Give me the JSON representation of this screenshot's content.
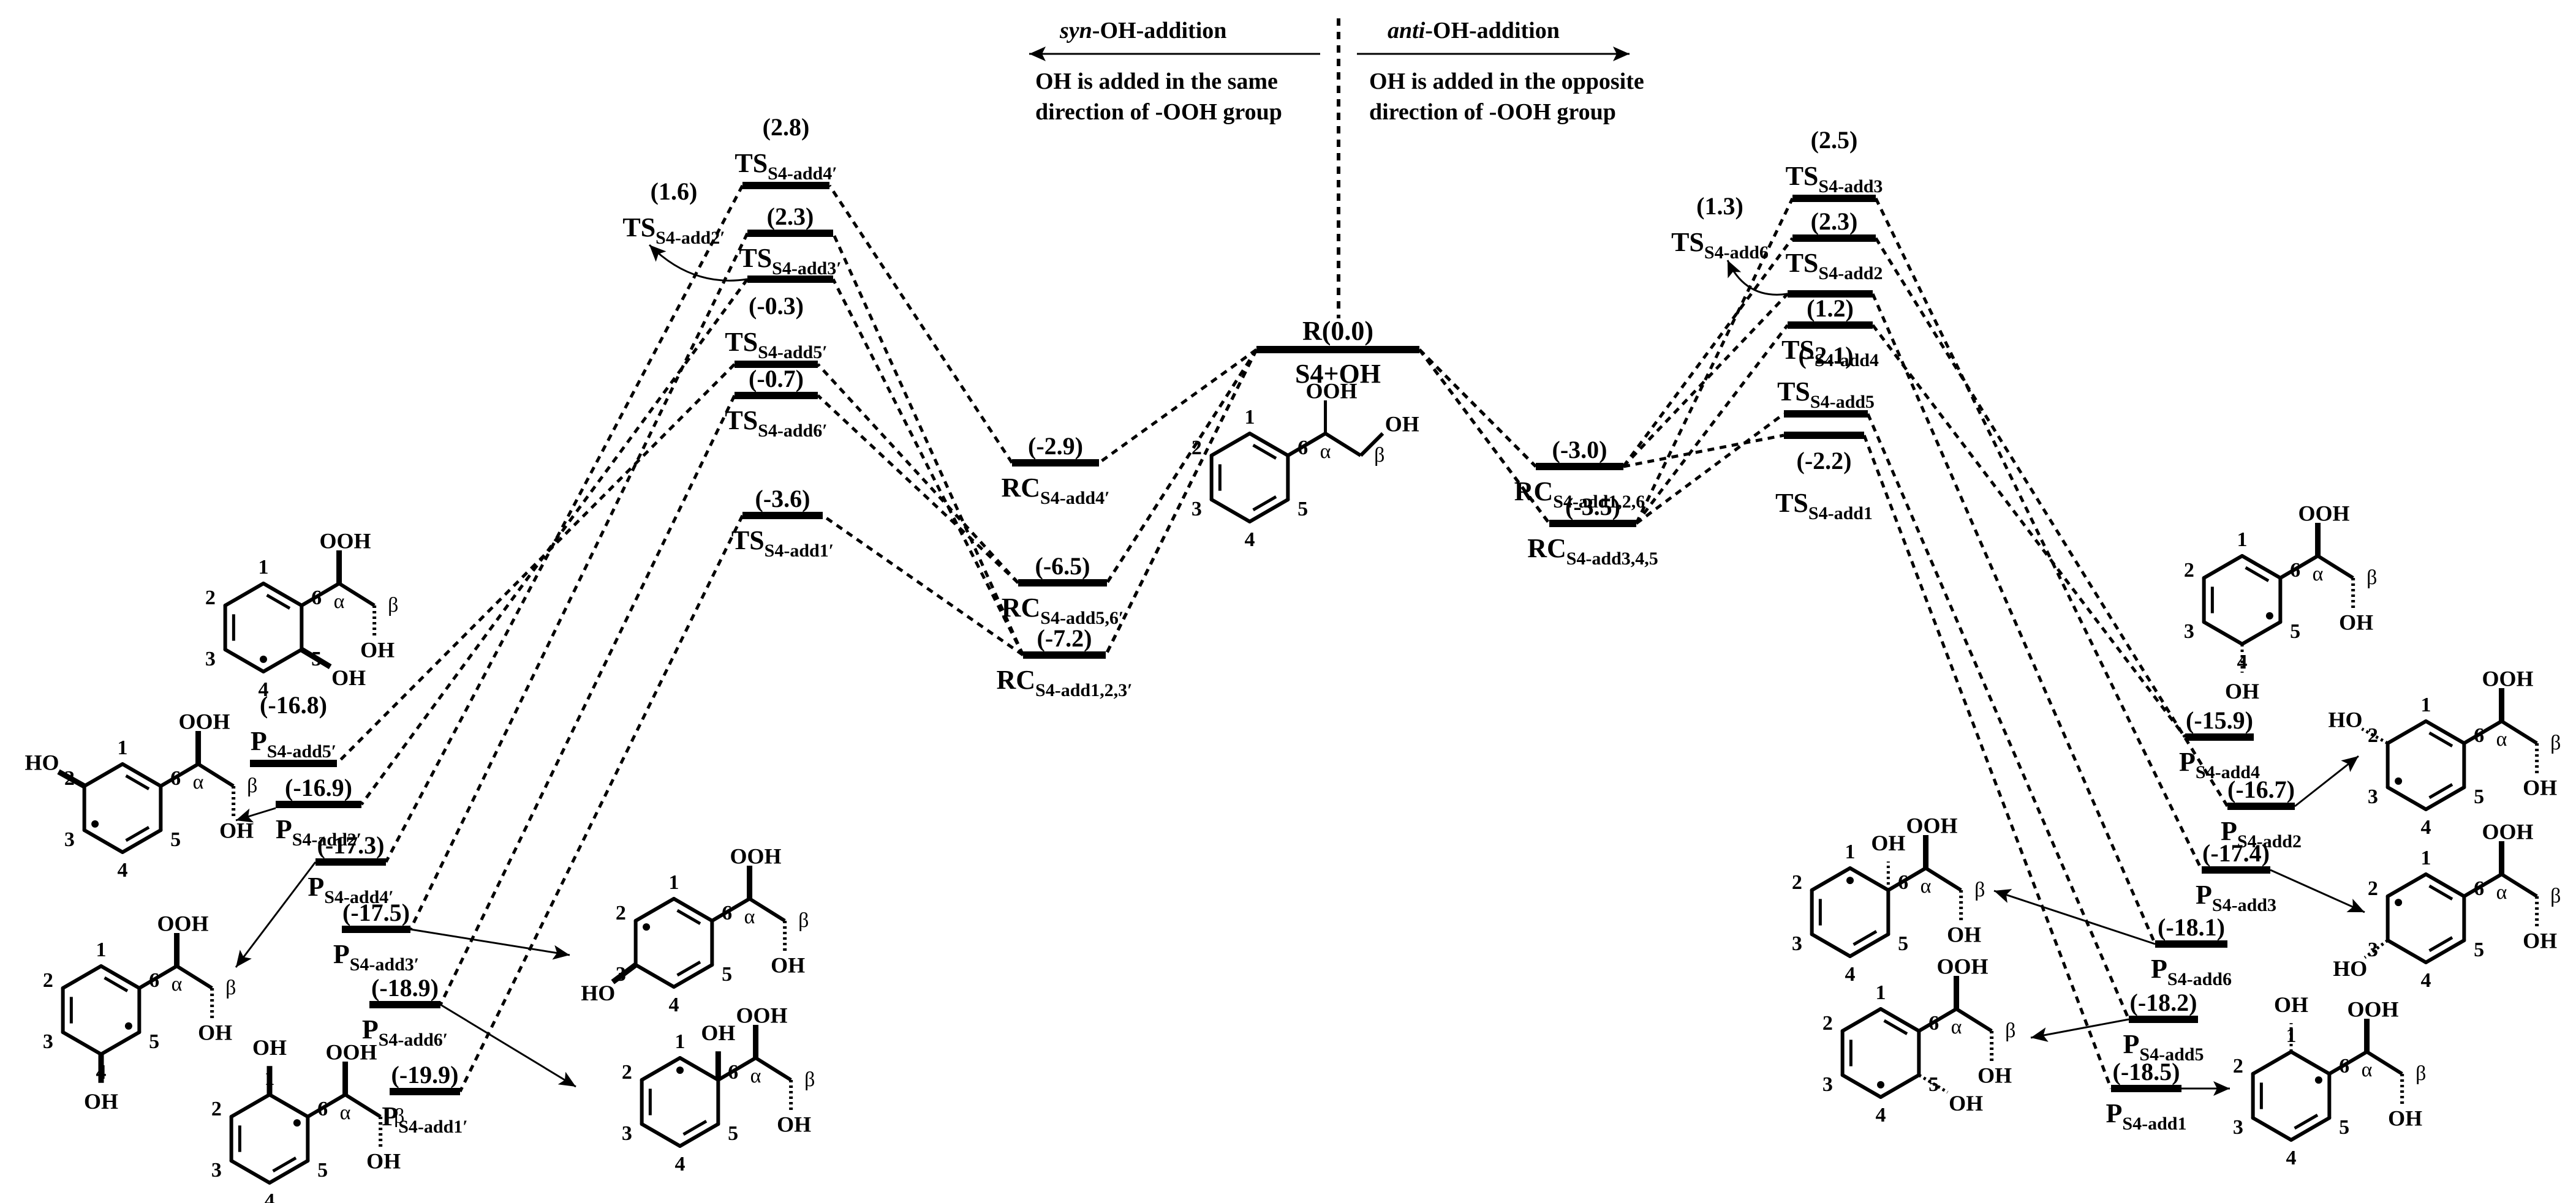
{
  "header": {
    "syn": {
      "prefix": "syn",
      "suffix": "-OH-addition",
      "line1": "OH is added in the same",
      "line2": "direction of -OOH group"
    },
    "anti": {
      "prefix": "anti",
      "suffix": "-OH-addition",
      "line1": "OH is added in the opposite",
      "line2": "direction of -OOH group"
    }
  },
  "reactant": {
    "label": "R(0.0)",
    "sublabel": "S4+OH",
    "energy": 0.0
  },
  "levels": [
    {
      "id": "TS-add4p",
      "kind": "TS",
      "sub": "S4-add4′",
      "energy": 2.8,
      "value": "(2.8)",
      "side": "syn"
    },
    {
      "id": "TS-add3p",
      "kind": "TS",
      "sub": "S4-add3′",
      "energy": 2.3,
      "value": "(2.3)",
      "side": "syn"
    },
    {
      "id": "TS-add2p",
      "kind": "TS",
      "sub": "S4-add2′",
      "energy": 1.6,
      "value": "(1.6)",
      "side": "syn"
    },
    {
      "id": "TS-add5p",
      "kind": "TS",
      "sub": "S4-add5′",
      "energy": -0.3,
      "value": "(-0.3)",
      "side": "syn"
    },
    {
      "id": "TS-add6p",
      "kind": "TS",
      "sub": "S4-add6′",
      "energy": -0.7,
      "value": "(-0.7)",
      "side": "syn"
    },
    {
      "id": "TS-add1p",
      "kind": "TS",
      "sub": "S4-add1′",
      "energy": -3.6,
      "value": "(-3.6)",
      "side": "syn"
    },
    {
      "id": "RC-add4p",
      "kind": "RC",
      "sub": "S4-add4′",
      "energy": -2.9,
      "value": "(-2.9)",
      "side": "syn"
    },
    {
      "id": "RC-add56p",
      "kind": "RC",
      "sub": "S4-add5,6′",
      "energy": -6.5,
      "value": "(-6.5)",
      "side": "syn"
    },
    {
      "id": "RC-add123p",
      "kind": "RC",
      "sub": "S4-add1,2,3′",
      "energy": -7.2,
      "value": "(-7.2)",
      "side": "syn"
    },
    {
      "id": "RC-add126",
      "kind": "RC",
      "sub": "S4-add1,2,6",
      "energy": -3.0,
      "value": "(-3.0)",
      "side": "anti"
    },
    {
      "id": "RC-add345",
      "kind": "RC",
      "sub": "S4-add3,4,5",
      "energy": -3.5,
      "value": "(-3.5)",
      "side": "anti"
    },
    {
      "id": "TS-add3",
      "kind": "TS",
      "sub": "S4-add3",
      "energy": 2.5,
      "value": "(2.5)",
      "side": "anti"
    },
    {
      "id": "TS-add2",
      "kind": "TS",
      "sub": "S4-add2",
      "energy": 2.3,
      "value": "(2.3)",
      "side": "anti"
    },
    {
      "id": "TS-add6",
      "kind": "TS",
      "sub": "S4-add6",
      "energy": 1.3,
      "value": "(1.3)",
      "side": "anti"
    },
    {
      "id": "TS-add4",
      "kind": "TS",
      "sub": "S4-add4",
      "energy": 1.2,
      "value": "(1.2)",
      "side": "anti"
    },
    {
      "id": "TS-add5",
      "kind": "TS",
      "sub": "S4-add5",
      "energy": -2.1,
      "value": "(-2.1)",
      "side": "anti"
    },
    {
      "id": "TS-add1",
      "kind": "TS",
      "sub": "S4-add1",
      "energy": -2.2,
      "value": "(-2.2)",
      "side": "anti"
    },
    {
      "id": "P-add5p",
      "kind": "P",
      "sub": "S4-add5′",
      "energy": -16.8,
      "value": "(-16.8)",
      "side": "syn"
    },
    {
      "id": "P-add2p",
      "kind": "P",
      "sub": "S4-add2′",
      "energy": -16.9,
      "value": "(-16.9)",
      "side": "syn"
    },
    {
      "id": "P-add4p",
      "kind": "P",
      "sub": "S4-add4′",
      "energy": -17.3,
      "value": "(-17.3)",
      "side": "syn"
    },
    {
      "id": "P-add3p",
      "kind": "P",
      "sub": "S4-add3′",
      "energy": -17.5,
      "value": "(-17.5)",
      "side": "syn"
    },
    {
      "id": "P-add6p",
      "kind": "P",
      "sub": "S4-add6′",
      "energy": -18.9,
      "value": "(-18.9)",
      "side": "syn"
    },
    {
      "id": "P-add1p",
      "kind": "P",
      "sub": "S4-add1′",
      "energy": -19.9,
      "value": "(-19.9)",
      "side": "syn"
    },
    {
      "id": "P-add4",
      "kind": "P",
      "sub": "S4-add4",
      "energy": -15.9,
      "value": "(-15.9)",
      "side": "anti"
    },
    {
      "id": "P-add2",
      "kind": "P",
      "sub": "S4-add2",
      "energy": -16.7,
      "value": "(-16.7)",
      "side": "anti"
    },
    {
      "id": "P-add3",
      "kind": "P",
      "sub": "S4-add3",
      "energy": -17.4,
      "value": "(-17.4)",
      "side": "anti"
    },
    {
      "id": "P-add6",
      "kind": "P",
      "sub": "S4-add6",
      "energy": -18.1,
      "value": "(-18.1)",
      "side": "anti"
    },
    {
      "id": "P-add5",
      "kind": "P",
      "sub": "S4-add5",
      "energy": -18.2,
      "value": "(-18.2)",
      "side": "anti"
    },
    {
      "id": "P-add1",
      "kind": "P",
      "sub": "S4-add1",
      "energy": -18.5,
      "value": "(-18.5)",
      "side": "anti"
    }
  ],
  "pathways": [
    [
      "R",
      "RC-add4p",
      "TS-add4p",
      "P-add4p"
    ],
    [
      "R",
      "RC-add56p",
      "TS-add5p",
      "P-add5p"
    ],
    [
      "R",
      "RC-add56p",
      "TS-add6p",
      "P-add6p"
    ],
    [
      "R",
      "RC-add123p",
      "TS-add1p",
      "P-add1p"
    ],
    [
      "R",
      "RC-add123p",
      "TS-add2p",
      "P-add2p"
    ],
    [
      "R",
      "RC-add123p",
      "TS-add3p",
      "P-add3p"
    ],
    [
      "R",
      "RC-add126",
      "TS-add1",
      "P-add1"
    ],
    [
      "R",
      "RC-add126",
      "TS-add2",
      "P-add2"
    ],
    [
      "R",
      "RC-add126",
      "TS-add6",
      "P-add6"
    ],
    [
      "R",
      "RC-add345",
      "TS-add3",
      "P-add3"
    ],
    [
      "R",
      "RC-add345",
      "TS-add4",
      "P-add4"
    ],
    [
      "R",
      "RC-add345",
      "TS-add5",
      "P-add5"
    ]
  ],
  "structure_labels": {
    "ooh": "OOH",
    "oh": "OH",
    "ho": "HO",
    "alpha": "α",
    "beta": "β",
    "ring_numbers": [
      "1",
      "2",
      "3",
      "4",
      "5",
      "6"
    ]
  }
}
